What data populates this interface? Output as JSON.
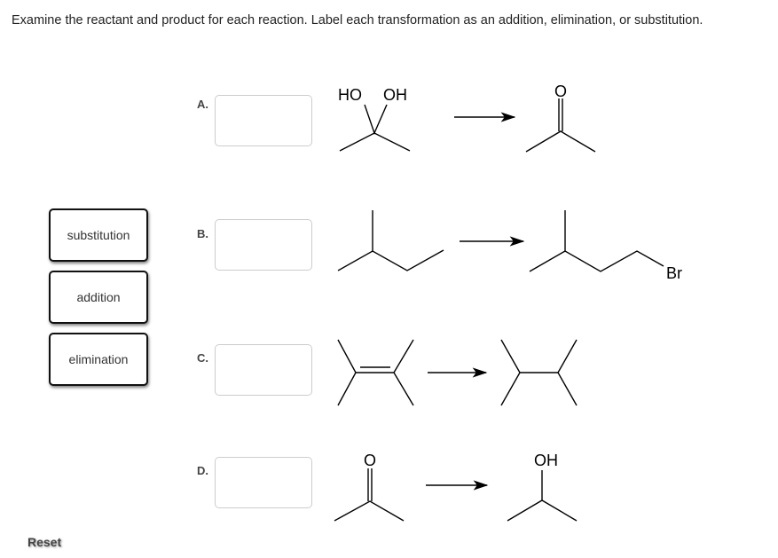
{
  "instruction": "Examine the reactant and product for each reaction. Label each transformation as an addition, elimination, or substitution.",
  "choices": [
    "substitution",
    "addition",
    "elimination"
  ],
  "reactions": [
    {
      "label": "A.",
      "reactant_atoms": [
        "HO",
        "OH"
      ],
      "product_atoms": [
        "O"
      ]
    },
    {
      "label": "B.",
      "reactant_atoms": [],
      "product_atoms": [
        "Br"
      ]
    },
    {
      "label": "C.",
      "reactant_atoms": [],
      "product_atoms": []
    },
    {
      "label": "D.",
      "reactant_atoms": [
        "O"
      ],
      "product_atoms": [
        "OH"
      ]
    }
  ],
  "reset_label": "Reset"
}
